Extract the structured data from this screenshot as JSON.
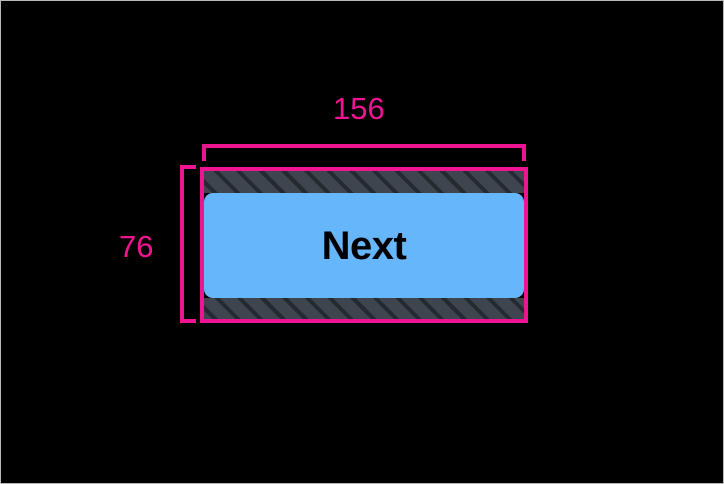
{
  "canvas": {
    "background_color": "#000000",
    "border_color": "#b9b9b9"
  },
  "annotation": {
    "accent_color": "#ef1592",
    "width": {
      "value": "156",
      "bracket_name": "width-measurement-bracket"
    },
    "height": {
      "value": "76",
      "bracket_name": "height-measurement-bracket"
    }
  },
  "element": {
    "type": "button",
    "label": "Next",
    "fill_color": "#66b6fb",
    "text_color": "#000000",
    "selection_border_color": "#ef1592",
    "padding_band_color": "#333a44",
    "padding_top_name": "padding-band-top",
    "padding_bottom_name": "padding-band-bottom"
  }
}
